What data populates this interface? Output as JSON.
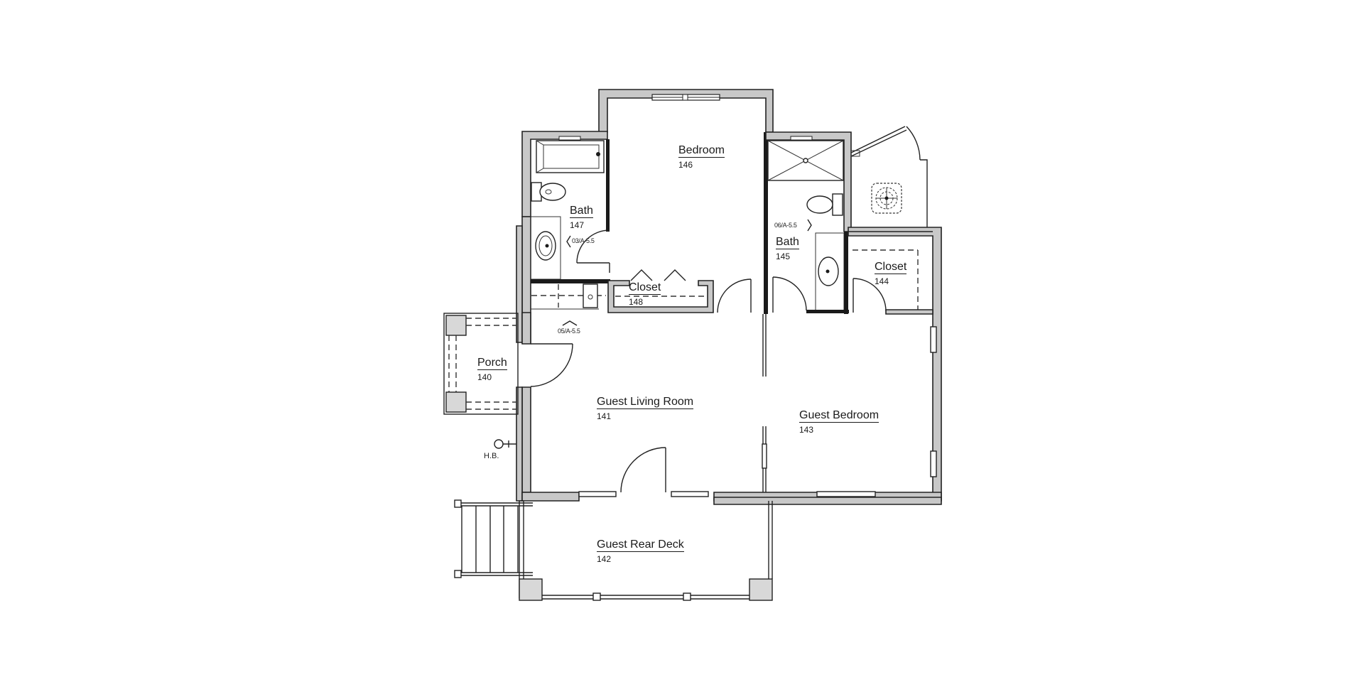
{
  "plan": {
    "type": "floor plan",
    "rooms": [
      {
        "id": "bedroom",
        "name": "Bedroom",
        "number": "146"
      },
      {
        "id": "bath-147",
        "name": "Bath",
        "number": "147"
      },
      {
        "id": "bath-145",
        "name": "Bath",
        "number": "145"
      },
      {
        "id": "closet-148",
        "name": "Closet",
        "number": "148"
      },
      {
        "id": "closet-144",
        "name": "Closet",
        "number": "144"
      },
      {
        "id": "porch",
        "name": "Porch",
        "number": "140"
      },
      {
        "id": "guest-living-room",
        "name": "Guest Living Room",
        "number": "141"
      },
      {
        "id": "guest-bedroom",
        "name": "Guest Bedroom",
        "number": "143"
      },
      {
        "id": "guest-rear-deck",
        "name": "Guest Rear Deck",
        "number": "142"
      }
    ],
    "section_markers": [
      {
        "id": "marker-bath-147",
        "text": "03/A-5.5"
      },
      {
        "id": "marker-living",
        "text": "05/A-5.5"
      },
      {
        "id": "marker-bath-145",
        "text": "06/A-5.5"
      }
    ],
    "annotations": {
      "hose_bib": "H.B."
    },
    "colors": {
      "wall_fill": "#c8c8c8",
      "line": "#222222",
      "background": "#ffffff"
    }
  }
}
